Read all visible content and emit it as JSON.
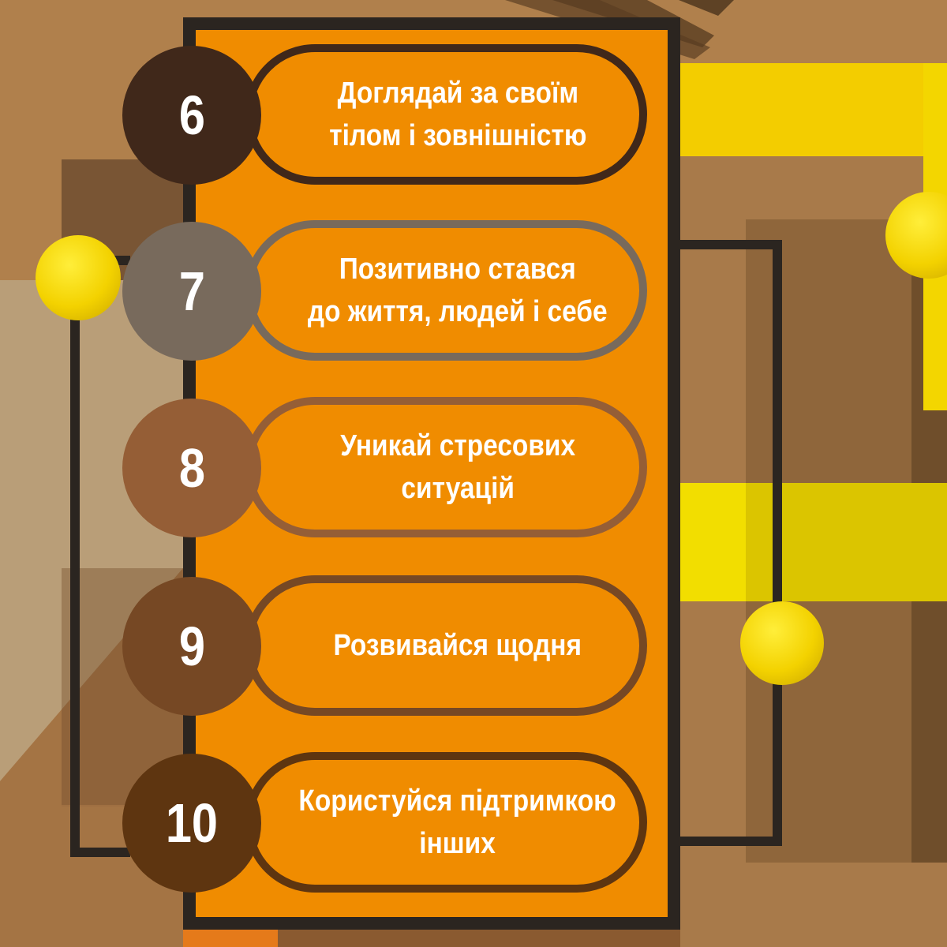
{
  "colors": {
    "background": "#b0804c",
    "panel": "#f08c00",
    "frame": "#2b2520",
    "yellow": "#f4d500"
  },
  "items": [
    {
      "number": "6",
      "text": "Доглядай за своїм\nтілом і зовнішністю",
      "circle_color": "#40281a",
      "border_color": "#40281a"
    },
    {
      "number": "7",
      "text": "Позитивно стався\nдо життя, людей і себе",
      "circle_color": "#786a5c",
      "border_color": "#786a5c"
    },
    {
      "number": "8",
      "text": "Уникай стресових\nситуацій",
      "circle_color": "#955e36",
      "border_color": "#955e36"
    },
    {
      "number": "9",
      "text": "Розвивайся щодня",
      "circle_color": "#764824",
      "border_color": "#764824"
    },
    {
      "number": "10",
      "text": "Користуйся підтримкою\nінших",
      "circle_color": "#5e3510",
      "border_color": "#5e3510"
    }
  ]
}
